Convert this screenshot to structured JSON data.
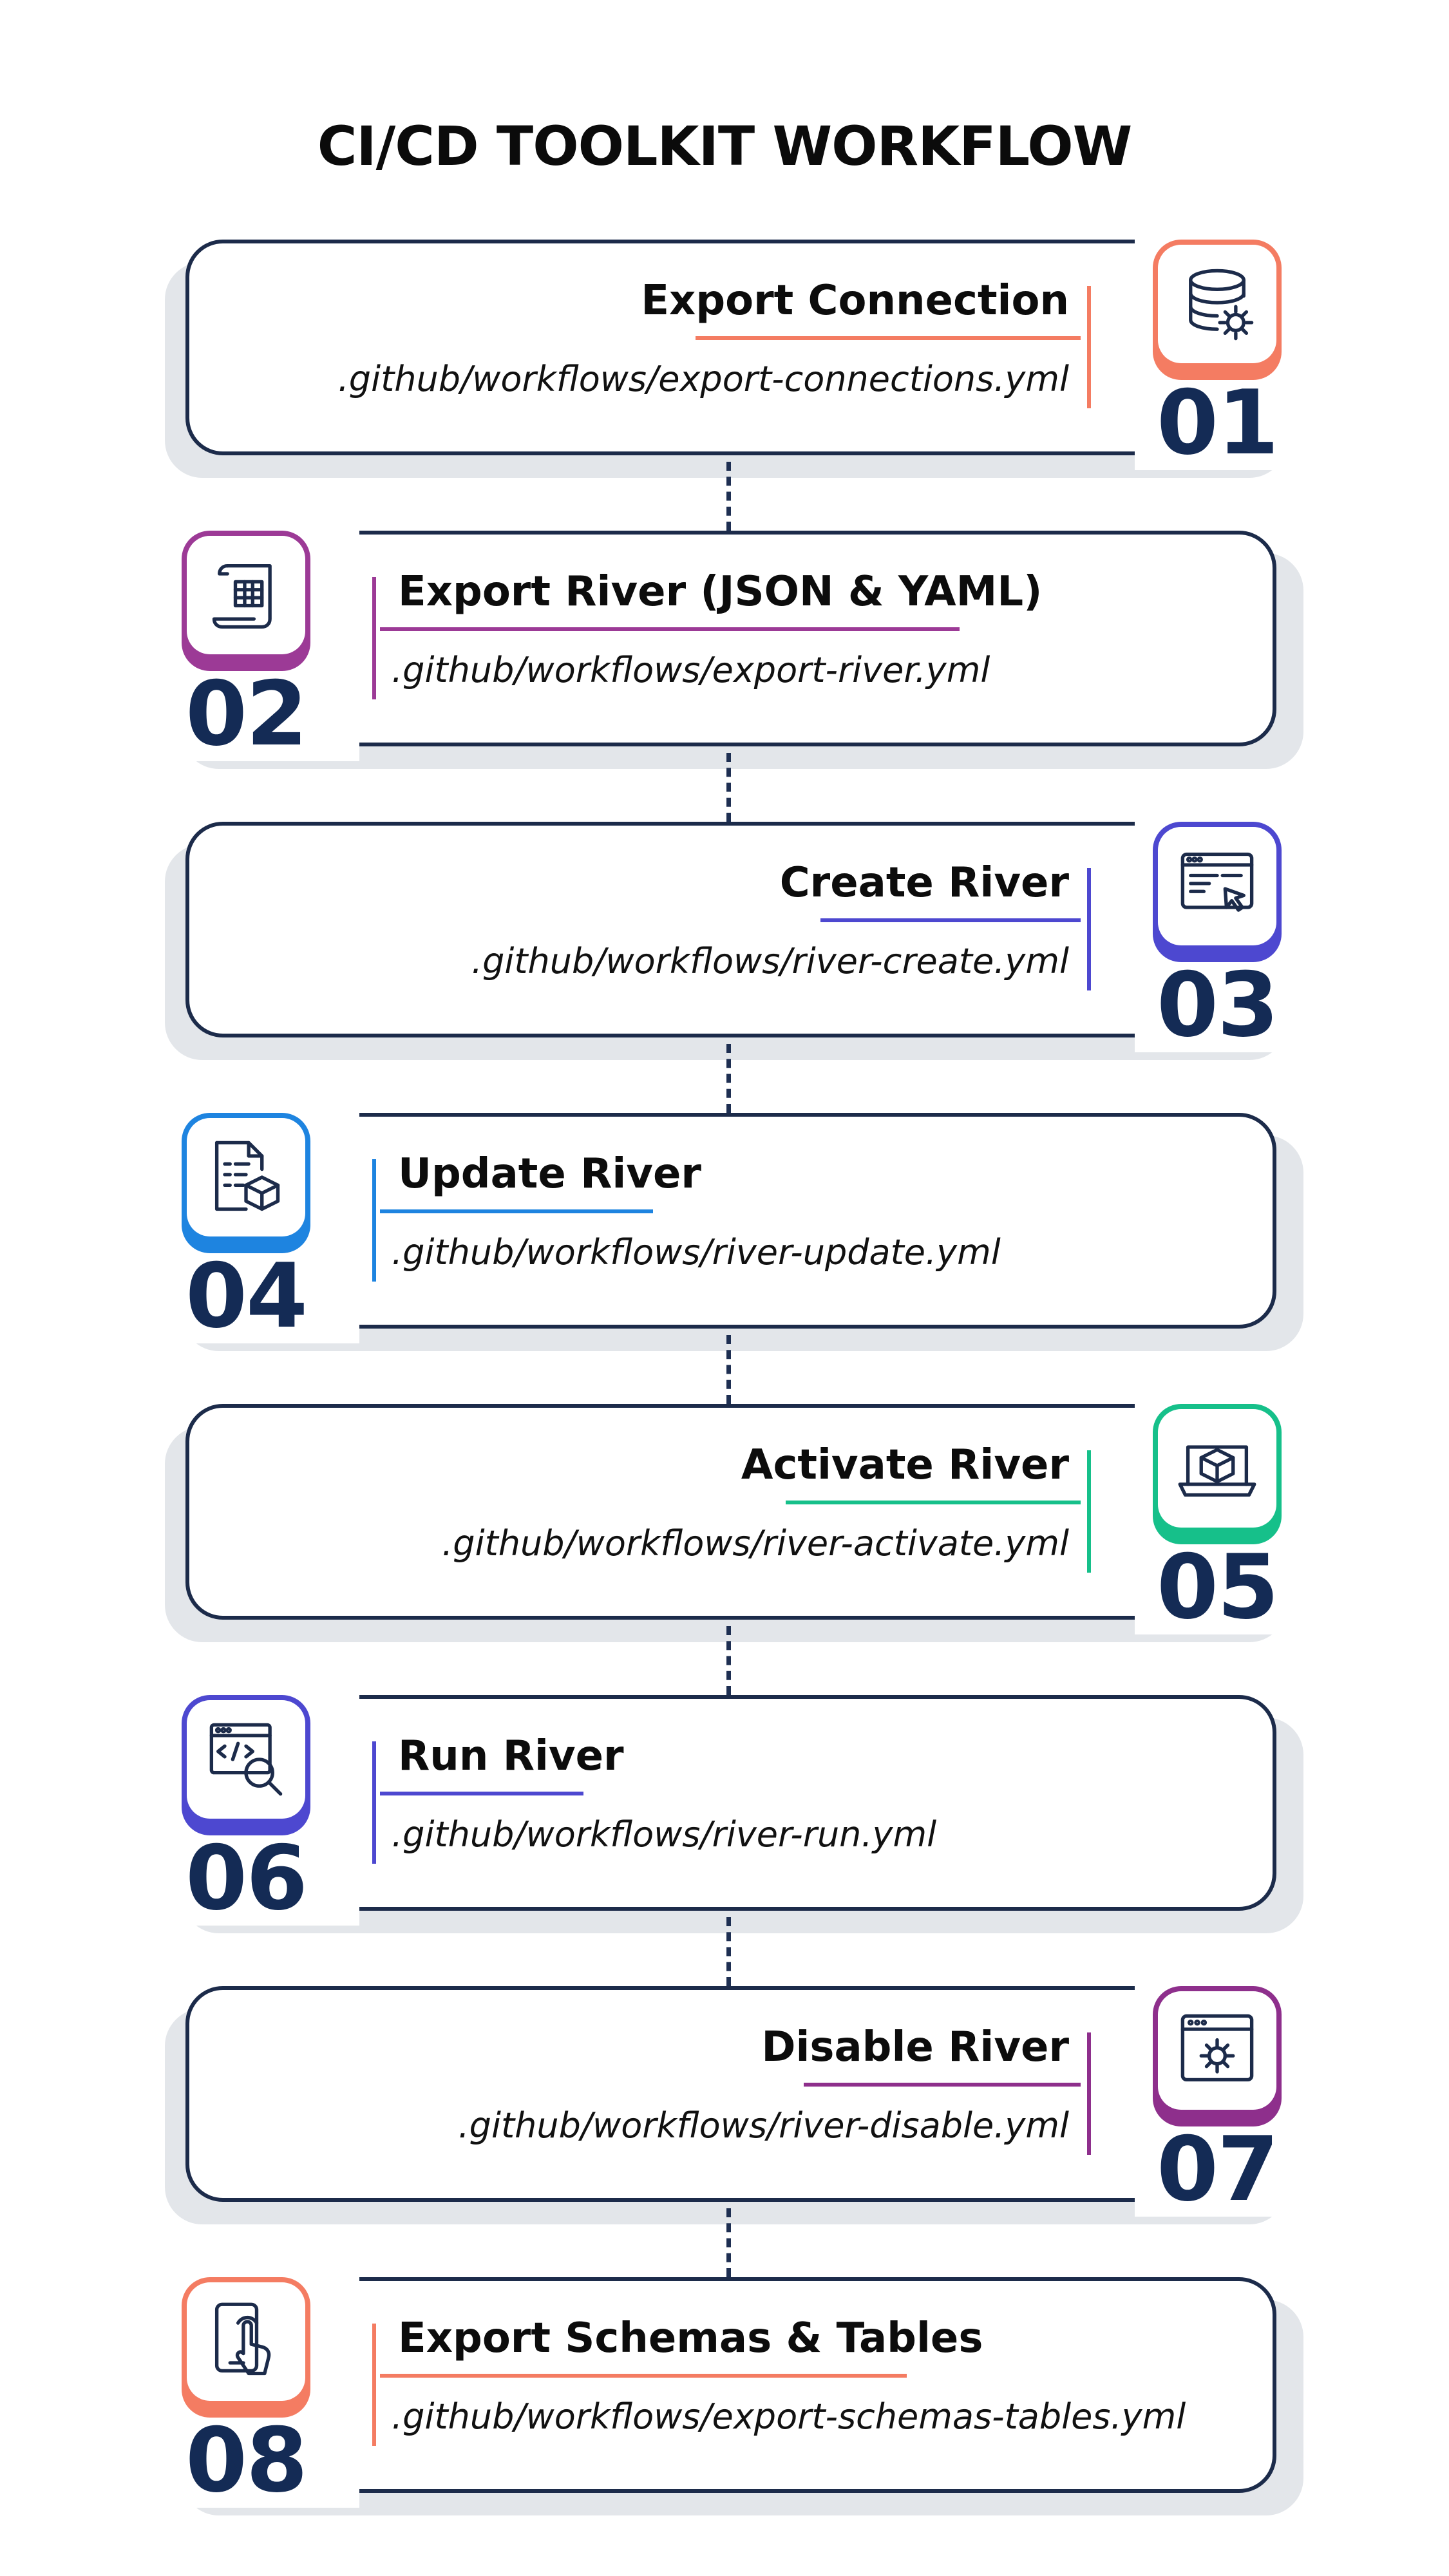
{
  "title": "CI/CD TOOLKIT WORKFLOW",
  "steps": [
    {
      "number": "01",
      "heading": "Export Connection",
      "path": ".github/workflows/export-connections.yml",
      "color": "#f47c62",
      "icon": "database-gear-icon"
    },
    {
      "number": "02",
      "heading": "Export River (JSON & YAML)",
      "path": ".github/workflows/export-river.yml",
      "color": "#9c3a96",
      "icon": "scroll-table-icon"
    },
    {
      "number": "03",
      "heading": "Create River",
      "path": ".github/workflows/river-create.yml",
      "color": "#4d48d0",
      "icon": "browser-cursor-icon"
    },
    {
      "number": "04",
      "heading": "Update River",
      "path": ".github/workflows/river-update.yml",
      "color": "#1e84e0",
      "icon": "document-cube-icon"
    },
    {
      "number": "05",
      "heading": "Activate River",
      "path": ".github/workflows/river-activate.yml",
      "color": "#16c08a",
      "icon": "laptop-cube-icon"
    },
    {
      "number": "06",
      "heading": "Run River",
      "path": ".github/workflows/river-run.yml",
      "color": "#4d48d0",
      "icon": "code-window-search-icon"
    },
    {
      "number": "07",
      "heading": "Disable River",
      "path": ".github/workflows/river-disable.yml",
      "color": "#8e2f8c",
      "icon": "window-gear-icon"
    },
    {
      "number": "08",
      "heading": "Export Schemas & Tables",
      "path": ".github/workflows/export-schemas-tables.yml",
      "color": "#f47c62",
      "icon": "phone-touch-icon"
    }
  ]
}
